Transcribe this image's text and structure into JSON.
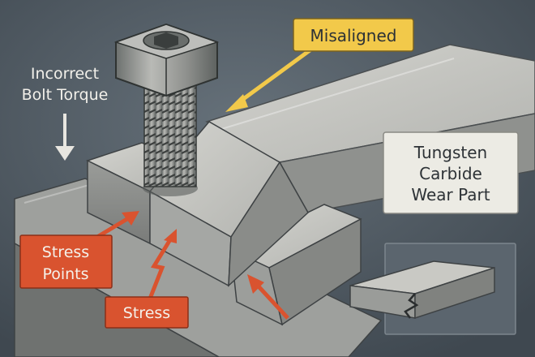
{
  "labels": {
    "misaligned": "Misaligned",
    "incorrect_bolt_torque": [
      "Incorrect",
      "Bolt Torque"
    ],
    "tungsten_carbide": [
      "Tungsten",
      "Carbide",
      "Wear Part"
    ],
    "stress_points": [
      "Stress",
      "Points"
    ],
    "stress": "Stress"
  },
  "colors": {
    "background": "#4e5963",
    "steel_light": "#c6c6c2",
    "steel_mid": "#a3a4a1",
    "steel_dark": "#7f817f",
    "callout_yellow": "#f2c94a",
    "callout_red": "#d9532f",
    "panel_cream": "#ecebe4",
    "text_dark": "#2d3236",
    "text_light": "#f4f1ea"
  },
  "icons": [
    "hex-bolt-icon",
    "down-arrow-icon",
    "crack-icon"
  ]
}
